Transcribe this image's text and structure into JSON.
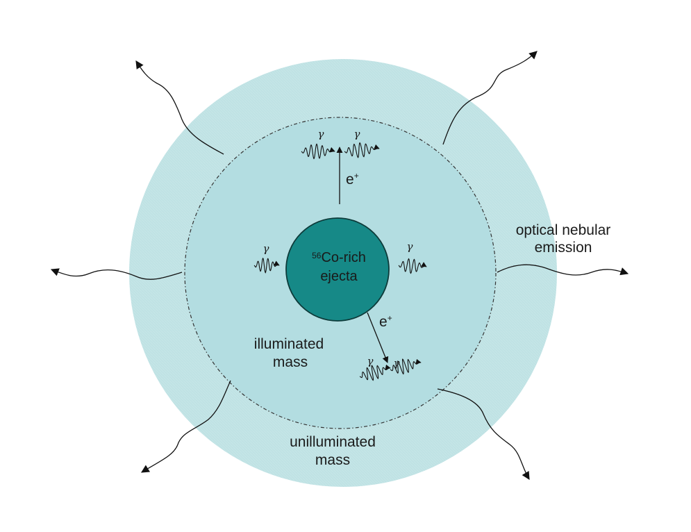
{
  "labels": {
    "core_isotope": "56",
    "core_line1": "Co-rich",
    "core_line2": "ejecta",
    "illuminated_line1": "illuminated",
    "illuminated_line2": "mass",
    "unilluminated_line1": "unilluminated",
    "unilluminated_line2": "mass",
    "emission_line1": "optical nebular",
    "emission_line2": "emission",
    "positron_base": "e",
    "positron_sign": "+",
    "gamma": "γ"
  },
  "colors": {
    "outer_shell": "#bfe2e4",
    "inner_region": "#b3dde1",
    "core": "#168987",
    "core_stroke": "#0d3b3a",
    "boundary": "#333333"
  }
}
